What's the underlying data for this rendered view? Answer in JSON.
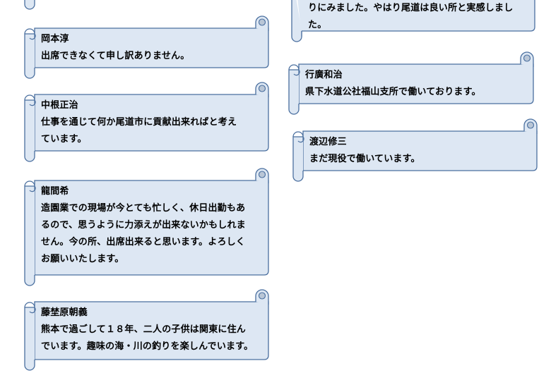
{
  "colors": {
    "fill": "#dde7f3",
    "border": "#4a6f9f",
    "text": "#000000",
    "background": "#ffffff"
  },
  "scrolls": [
    {
      "id": "top-left",
      "name": "",
      "lines": []
    },
    {
      "id": "top-right",
      "name": "",
      "lines": [
        "りにみました。やはり尾道は良い所と実感しまし",
        "た。"
      ]
    },
    {
      "id": "okamoto",
      "name": "岡本淳",
      "lines": [
        "出席できなくて申し訳ありません。"
      ]
    },
    {
      "id": "nakane",
      "name": "中根正治",
      "lines": [
        "仕事を通じて何か尾道市に貢献出来ればと考え",
        "ています。"
      ]
    },
    {
      "id": "kimaki",
      "name": "龍間希",
      "lines": [
        "造園業での現場が今とても忙しく、休日出勤もあ",
        "るので、思うように力添えが出来ないかもしれま",
        "せん。今の所、出席出来ると思います。よろしく",
        "お願いいたします。"
      ]
    },
    {
      "id": "fujiwara",
      "name": "藤埜原朝義",
      "lines": [
        "熊本で過ごして１８年、二人の子供は関東に住ん",
        "でいます。趣味の海・川の釣りを楽しんでいます。"
      ]
    },
    {
      "id": "yukihiro",
      "name": "行廣和治",
      "lines": [
        "県下水道公社福山支所で働いております。"
      ]
    },
    {
      "id": "watanabe",
      "name": "渡辺修三",
      "lines": [
        "まだ現役で働いています。"
      ]
    }
  ]
}
